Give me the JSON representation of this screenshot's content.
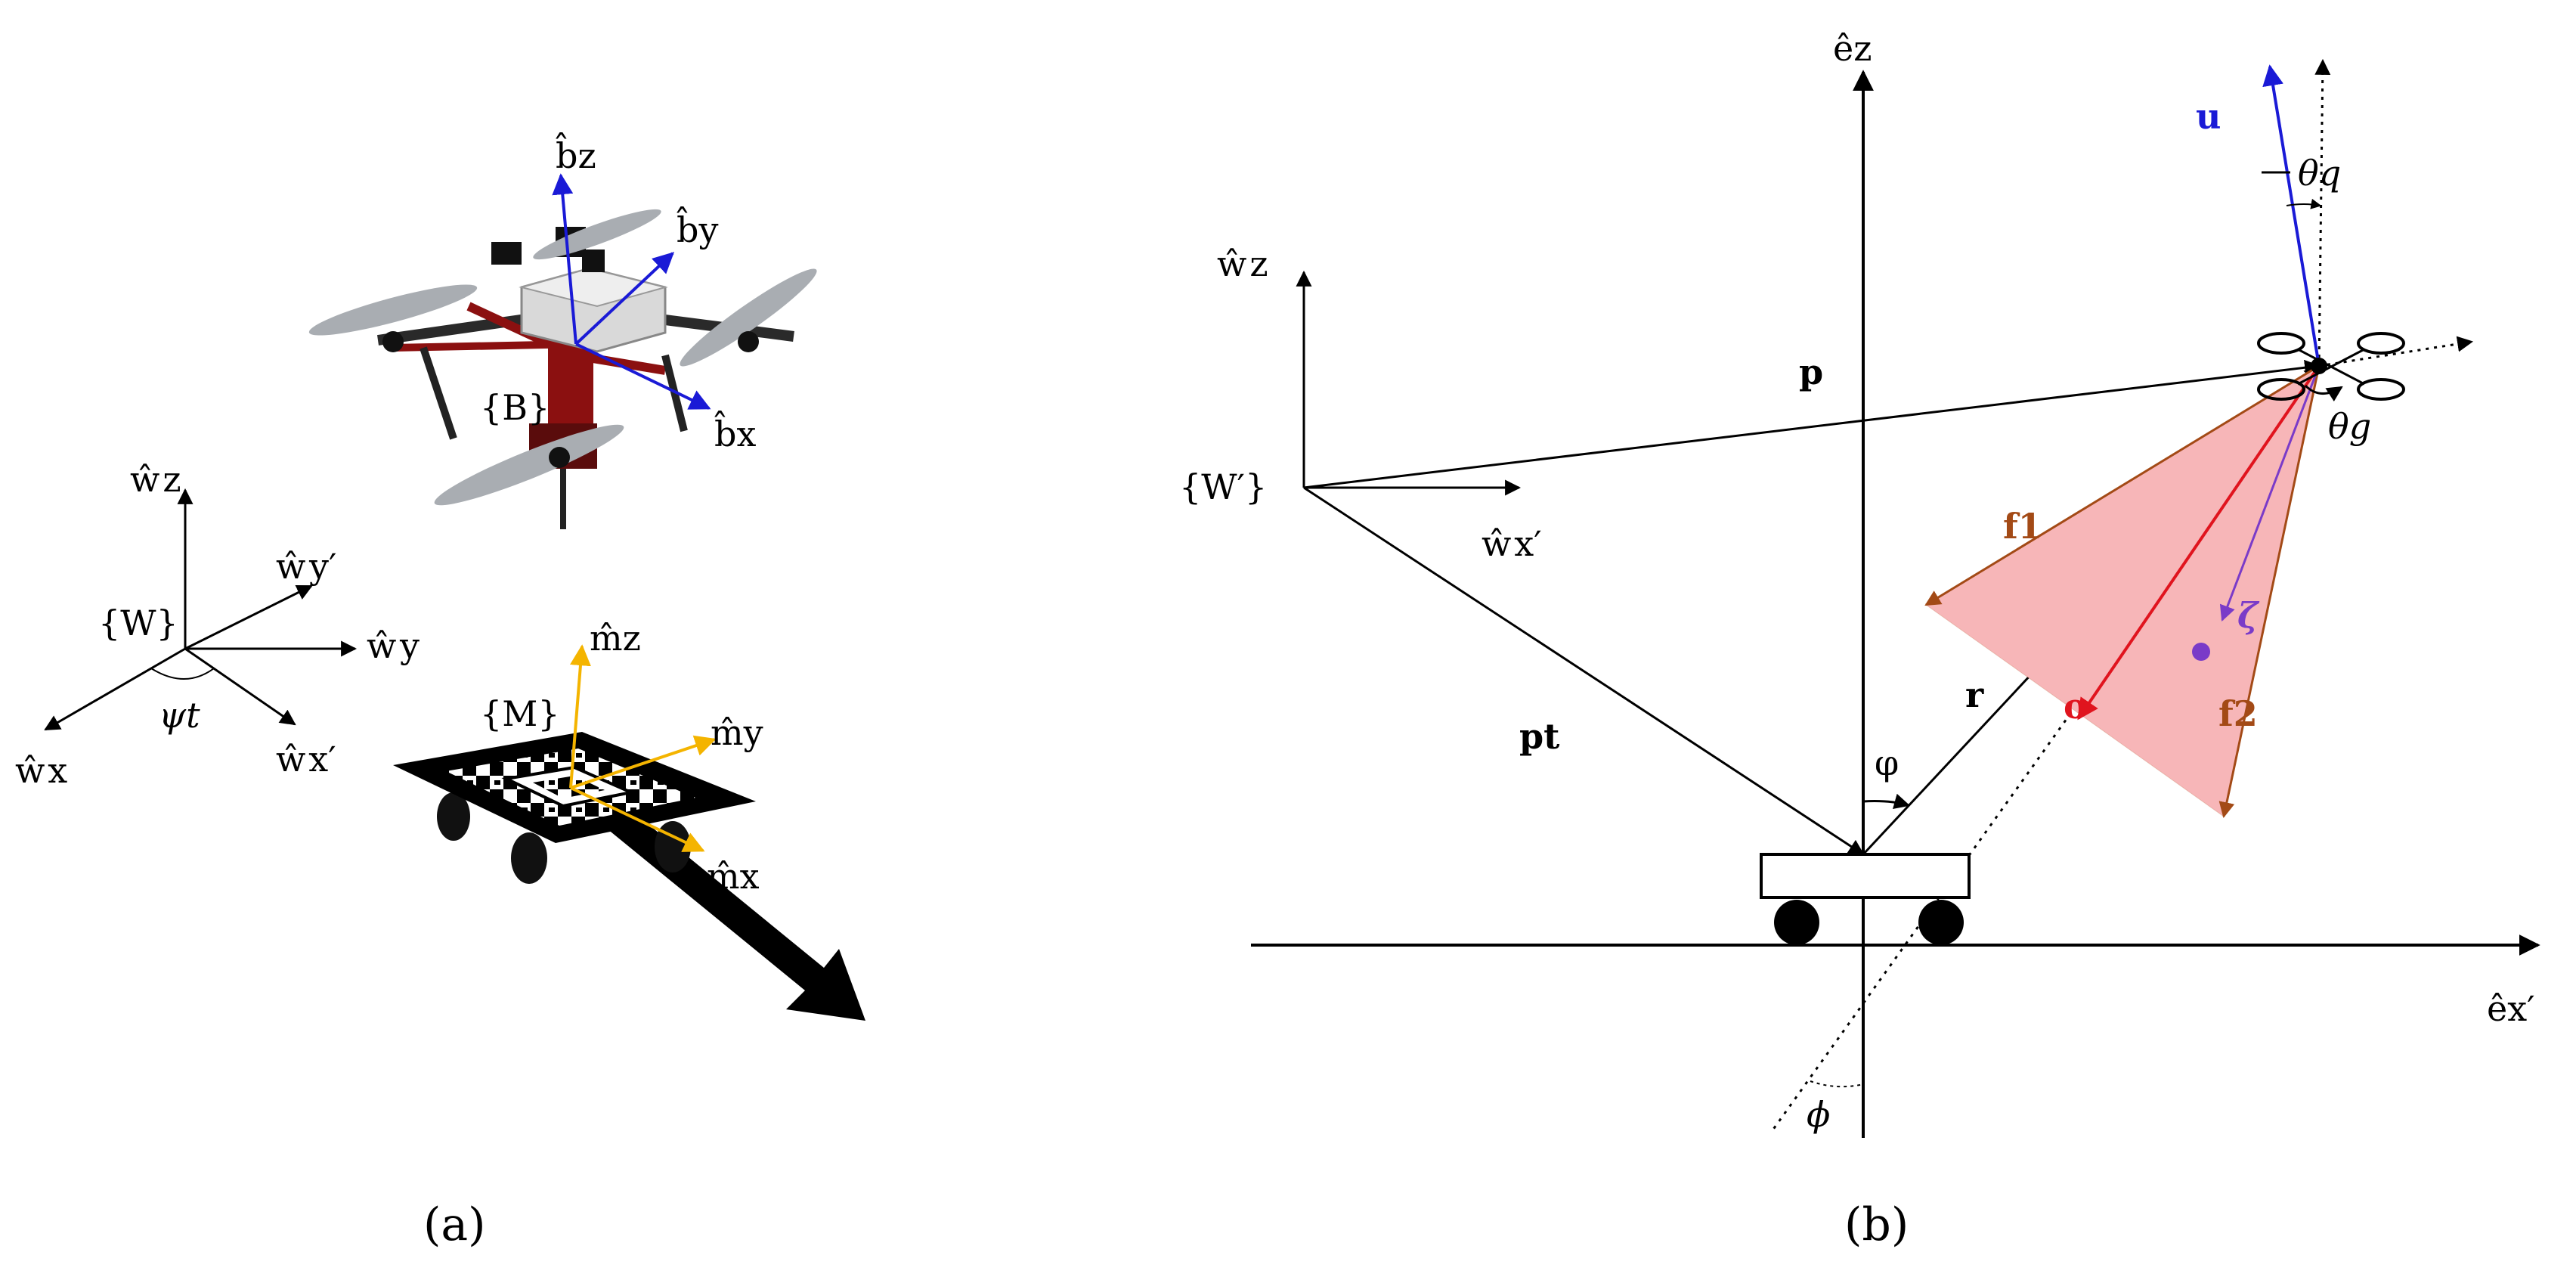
{
  "panel_a": {
    "caption": "(a)",
    "drone_frame": {
      "name": "{B}",
      "axes": [
        "b̂z",
        "b̂y",
        "b̂x"
      ]
    },
    "world_frame": {
      "name": "{W}",
      "axes": [
        "ŵz",
        "ŵy′",
        "ŵy",
        "ŵx",
        "ŵx′"
      ],
      "angle": "ψt"
    },
    "marker_frame": {
      "name": "{M}",
      "axes": [
        "m̂z",
        "m̂y",
        "m̂x"
      ]
    }
  },
  "panel_b": {
    "caption": "(b)",
    "axes": {
      "ez": "êz",
      "ex": "êx′"
    },
    "frame": {
      "name": "{W′}",
      "wz": "ŵz",
      "wx": "ŵx′"
    },
    "vectors": {
      "p": "p",
      "pt": "pt",
      "r": "r",
      "u": "u",
      "o": "o",
      "f1": "f1",
      "f2": "f2",
      "zeta": "ζ"
    },
    "angles": {
      "theta_q": "θq",
      "theta_g": "θg",
      "varphi": "φ",
      "phi": "ϕ"
    }
  },
  "colors": {
    "blue": "#1a1ad6",
    "red": "#e0141e",
    "brown": "#a34a16",
    "purple": "#7a3bc8",
    "cone": "#f7b6b8",
    "yellow": "#f4b400"
  }
}
